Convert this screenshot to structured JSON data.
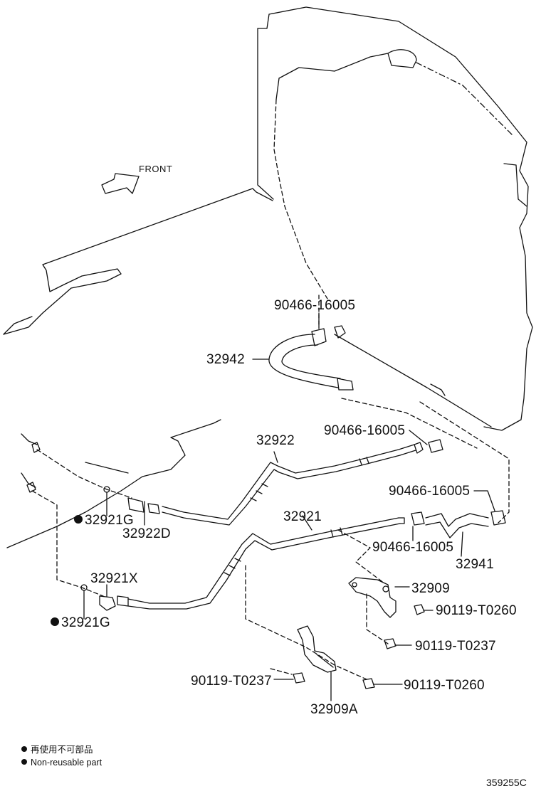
{
  "diagram": {
    "front_label": "FRONT",
    "figure_number": "359255C",
    "parts": {
      "clamp_upper": "90466-16005",
      "hose_upper": "32942",
      "clamp_mid": "90466-16005",
      "tube_32922": "32922",
      "clamp_right": "90466-16005",
      "gasket_a": "32921G",
      "union_d": "32922D",
      "tube_32921": "32921",
      "clamp_lower": "90466-16005",
      "hose_32941": "32941",
      "union_x": "32921X",
      "gasket_b": "32921G",
      "bracket_32909": "32909",
      "bolt_a": "90119-T0260",
      "bolt_b": "90119-T0237",
      "bolt_c": "90119-T0237",
      "bolt_d": "90119-T0260",
      "bracket_32909a": "32909A"
    },
    "legend": {
      "line_jp": "再使用不可部品",
      "line_en": "Non-reusable part"
    },
    "colors": {
      "ink": "#111111",
      "background": "#ffffff"
    }
  }
}
